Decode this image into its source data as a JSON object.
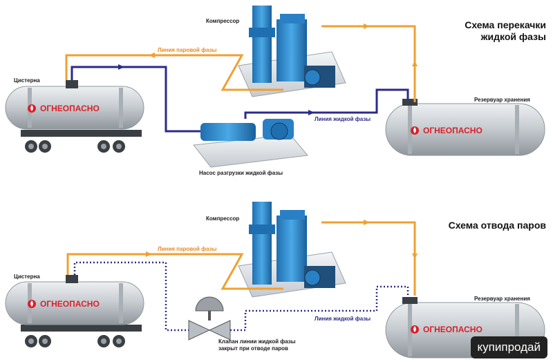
{
  "diagram1": {
    "title_line1": "Схема перекачки",
    "title_line2": "жидкой фазы",
    "cistern_label": "Цистерна",
    "cistern_tank_text": "ОГНЕОПАСНО",
    "compressor_label": "Компрессор",
    "vapor_line_label": "Линия паровой фазы",
    "liquid_line_label": "Линия жидкой фазы",
    "pump_label": "Насос разгрузки жидкой фазы",
    "storage_label": "Резервуар хранения",
    "storage_tank_text": "ОГНЕОПАСНО"
  },
  "diagram2": {
    "title": "Схема отвода паров",
    "cistern_label": "Цистерна",
    "cistern_tank_text": "ОГНЕОПАСНО",
    "compressor_label": "Компрессор",
    "vapor_line_label": "Линия паровой фазы",
    "liquid_line_label": "Линия жидкой фазы",
    "valve_label_line1": "Клапан линии жидкой фазы",
    "valve_label_line2": "закрыт при отводе паров",
    "storage_label": "Резервуар хранения",
    "storage_tank_text": "ОГНЕОПАСНО"
  },
  "watermark": "купипродай",
  "colors": {
    "vapor_line": "#f0a030",
    "liquid_line": "#2a2a8c",
    "tank_body": "#c9ced3",
    "equipment_blue": "#2f8fd0",
    "warning_red": "#d8202a"
  }
}
